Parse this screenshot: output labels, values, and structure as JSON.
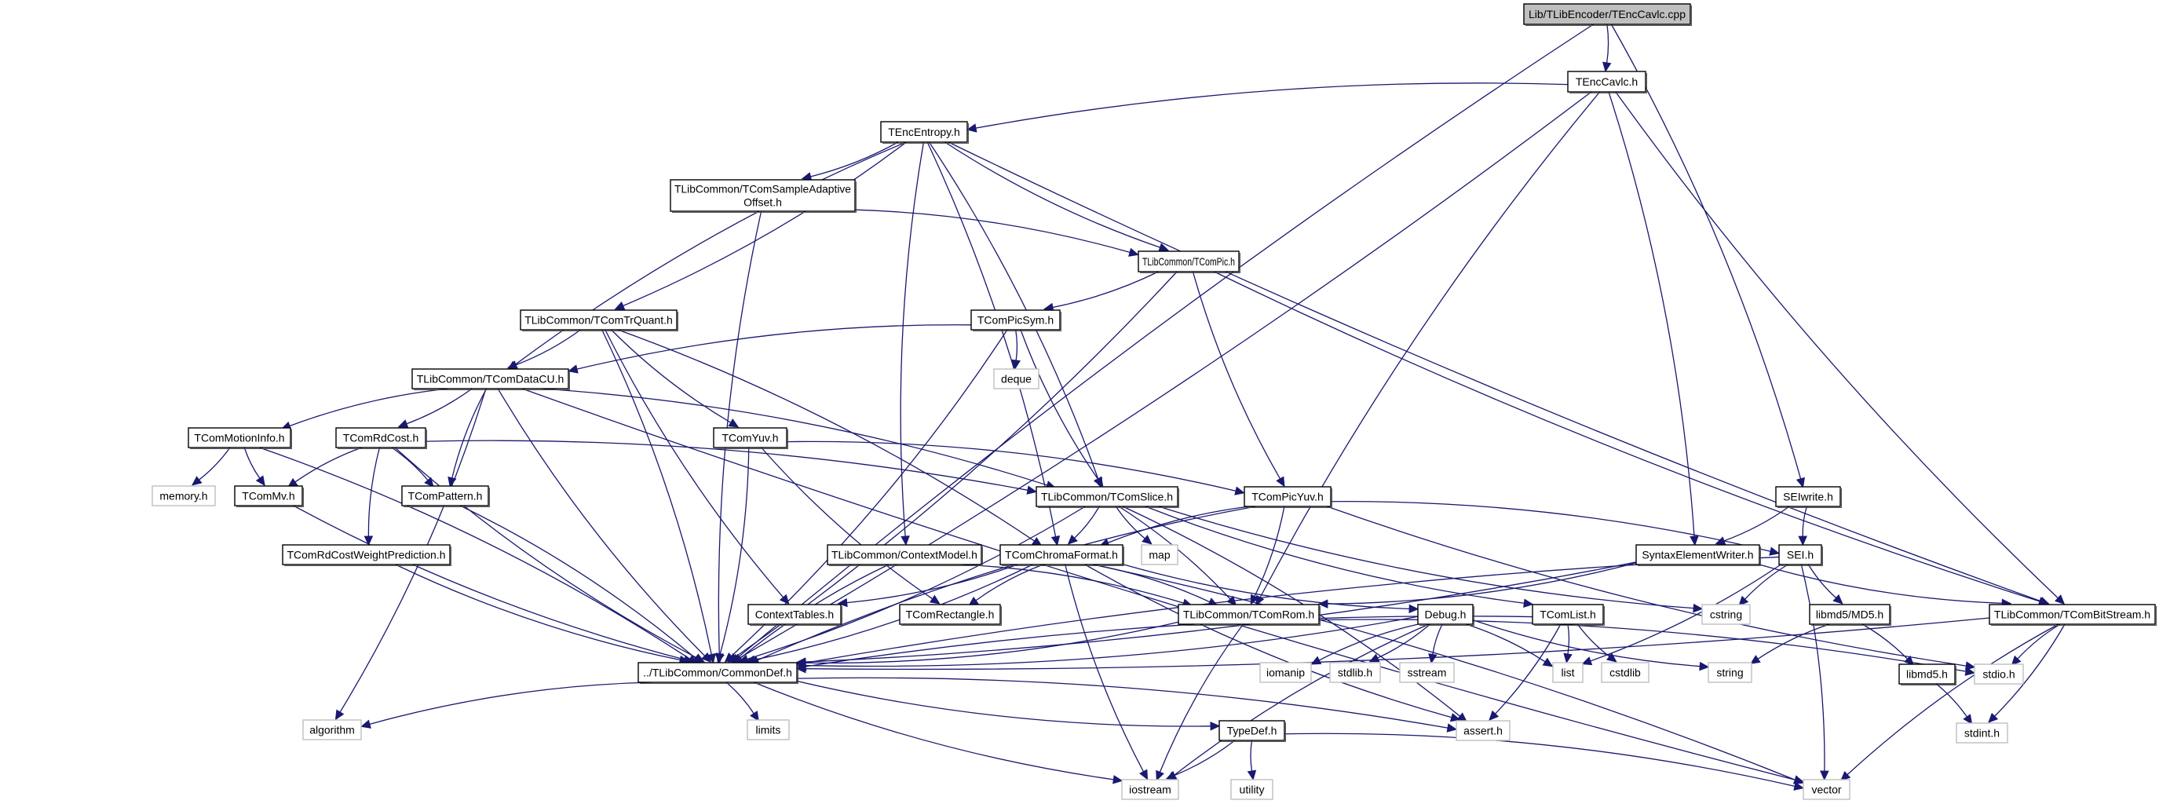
{
  "title": "Include dependency graph for Lib/TLibEncoder/TEncCavlc.cpp",
  "colors": {
    "edge": "#191970",
    "root_fill": "#bfbfbf",
    "local_border": "#000000",
    "system_border": "#bfbfbf"
  },
  "nodes": [
    {
      "id": "root",
      "label": "Lib/TLibEncoder/TEncCavlc.cpp",
      "kind": "root"
    },
    {
      "id": "TEncCavlc",
      "label": "TEncCavlc.h",
      "kind": "local"
    },
    {
      "id": "TEncEntropy",
      "label": "TEncEntropy.h",
      "kind": "local"
    },
    {
      "id": "SAO",
      "label": "TLibCommon/TComSampleAdaptive\nOffset.h",
      "kind": "local"
    },
    {
      "id": "TComPic",
      "label": "TLibCommon/TComPic.h",
      "kind": "local"
    },
    {
      "id": "TComTrQuant",
      "label": "TLibCommon/TComTrQuant.h",
      "kind": "local"
    },
    {
      "id": "TComPicSym",
      "label": "TComPicSym.h",
      "kind": "local"
    },
    {
      "id": "TComDataCU",
      "label": "TLibCommon/TComDataCU.h",
      "kind": "local"
    },
    {
      "id": "deque",
      "label": "deque",
      "kind": "system"
    },
    {
      "id": "TComMotionInfo",
      "label": "TComMotionInfo.h",
      "kind": "local"
    },
    {
      "id": "TComRdCost",
      "label": "TComRdCost.h",
      "kind": "local"
    },
    {
      "id": "TComYuv",
      "label": "TComYuv.h",
      "kind": "local"
    },
    {
      "id": "memory",
      "label": "memory.h",
      "kind": "system"
    },
    {
      "id": "TComMv",
      "label": "TComMv.h",
      "kind": "local"
    },
    {
      "id": "TComPattern",
      "label": "TComPattern.h",
      "kind": "local"
    },
    {
      "id": "TComSlice",
      "label": "TLibCommon/TComSlice.h",
      "kind": "local"
    },
    {
      "id": "TComPicYuv",
      "label": "TComPicYuv.h",
      "kind": "local"
    },
    {
      "id": "SEIwrite",
      "label": "SEIwrite.h",
      "kind": "local"
    },
    {
      "id": "TComRdCostWP",
      "label": "TComRdCostWeightPrediction.h",
      "kind": "local"
    },
    {
      "id": "ContextModel",
      "label": "TLibCommon/ContextModel.h",
      "kind": "local"
    },
    {
      "id": "TComChromaFormat",
      "label": "TComChromaFormat.h",
      "kind": "local"
    },
    {
      "id": "map",
      "label": "map",
      "kind": "system"
    },
    {
      "id": "SyntaxElementWriter",
      "label": "SyntaxElementWriter.h",
      "kind": "local"
    },
    {
      "id": "SEI",
      "label": "SEI.h",
      "kind": "local"
    },
    {
      "id": "ContextTables",
      "label": "ContextTables.h",
      "kind": "local"
    },
    {
      "id": "TComRectangle",
      "label": "TComRectangle.h",
      "kind": "local"
    },
    {
      "id": "TComRom",
      "label": "TLibCommon/TComRom.h",
      "kind": "local"
    },
    {
      "id": "Debug",
      "label": "Debug.h",
      "kind": "local"
    },
    {
      "id": "TComList",
      "label": "TComList.h",
      "kind": "local"
    },
    {
      "id": "cstring",
      "label": "cstring",
      "kind": "system"
    },
    {
      "id": "MD5",
      "label": "libmd5/MD5.h",
      "kind": "local"
    },
    {
      "id": "TComBitStream",
      "label": "TLibCommon/TComBitStream.h",
      "kind": "local"
    },
    {
      "id": "CommonDef",
      "label": "../TLibCommon/CommonDef.h",
      "kind": "local"
    },
    {
      "id": "iomanip",
      "label": "iomanip",
      "kind": "system"
    },
    {
      "id": "stdlib",
      "label": "stdlib.h",
      "kind": "system"
    },
    {
      "id": "sstream",
      "label": "sstream",
      "kind": "system"
    },
    {
      "id": "list",
      "label": "list",
      "kind": "system"
    },
    {
      "id": "cstdlib",
      "label": "cstdlib",
      "kind": "system"
    },
    {
      "id": "string",
      "label": "string",
      "kind": "system"
    },
    {
      "id": "libmd5",
      "label": "libmd5.h",
      "kind": "local"
    },
    {
      "id": "stdio",
      "label": "stdio.h",
      "kind": "system"
    },
    {
      "id": "algorithm",
      "label": "algorithm",
      "kind": "system"
    },
    {
      "id": "limits",
      "label": "limits",
      "kind": "system"
    },
    {
      "id": "assert",
      "label": "assert.h",
      "kind": "system"
    },
    {
      "id": "TypeDef",
      "label": "TypeDef.h",
      "kind": "local"
    },
    {
      "id": "stdint",
      "label": "stdint.h",
      "kind": "system"
    },
    {
      "id": "iostream",
      "label": "iostream",
      "kind": "system"
    },
    {
      "id": "utility",
      "label": "utility",
      "kind": "system"
    },
    {
      "id": "vector",
      "label": "vector",
      "kind": "system"
    }
  ],
  "edges": [
    [
      "root",
      "TEncCavlc"
    ],
    [
      "root",
      "CommonDef"
    ],
    [
      "root",
      "SEIwrite"
    ],
    [
      "TEncCavlc",
      "TEncEntropy"
    ],
    [
      "TEncCavlc",
      "CommonDef"
    ],
    [
      "TEncCavlc",
      "TComRom"
    ],
    [
      "TEncCavlc",
      "SyntaxElementWriter"
    ],
    [
      "TEncCavlc",
      "TComBitStream"
    ],
    [
      "TEncEntropy",
      "SAO"
    ],
    [
      "TEncEntropy",
      "TComPic"
    ],
    [
      "TEncEntropy",
      "TComTrQuant"
    ],
    [
      "TEncEntropy",
      "TComDataCU"
    ],
    [
      "TEncEntropy",
      "TComSlice"
    ],
    [
      "TEncEntropy",
      "ContextModel"
    ],
    [
      "TEncEntropy",
      "TComChromaFormat"
    ],
    [
      "TEncEntropy",
      "TComBitStream"
    ],
    [
      "SAO",
      "TComPic"
    ],
    [
      "SAO",
      "CommonDef"
    ],
    [
      "TComPic",
      "TComPicSym"
    ],
    [
      "TComPic",
      "TComPicYuv"
    ],
    [
      "TComPic",
      "CommonDef"
    ],
    [
      "TComPic",
      "TComBitStream"
    ],
    [
      "TComTrQuant",
      "TComDataCU"
    ],
    [
      "TComTrQuant",
      "TComYuv"
    ],
    [
      "TComTrQuant",
      "CommonDef"
    ],
    [
      "TComTrQuant",
      "ContextTables"
    ],
    [
      "TComTrQuant",
      "TComChromaFormat"
    ],
    [
      "TComPicSym",
      "TComDataCU"
    ],
    [
      "TComPicSym",
      "deque"
    ],
    [
      "TComPicSym",
      "TComSlice"
    ],
    [
      "TComPicSym",
      "CommonDef"
    ],
    [
      "TComDataCU",
      "TComMotionInfo"
    ],
    [
      "TComDataCU",
      "TComRdCost"
    ],
    [
      "TComDataCU",
      "TComPattern"
    ],
    [
      "TComDataCU",
      "TComSlice"
    ],
    [
      "TComDataCU",
      "CommonDef"
    ],
    [
      "TComDataCU",
      "algorithm"
    ],
    [
      "TComDataCU",
      "vector"
    ],
    [
      "TComMotionInfo",
      "memory"
    ],
    [
      "TComMotionInfo",
      "TComMv"
    ],
    [
      "TComMotionInfo",
      "CommonDef"
    ],
    [
      "TComRdCost",
      "TComMv"
    ],
    [
      "TComRdCost",
      "TComPattern"
    ],
    [
      "TComRdCost",
      "TComRdCostWP"
    ],
    [
      "TComRdCost",
      "TComSlice"
    ],
    [
      "TComRdCost",
      "CommonDef"
    ],
    [
      "TComYuv",
      "TComPicYuv"
    ],
    [
      "TComYuv",
      "TComRectangle"
    ],
    [
      "TComYuv",
      "CommonDef"
    ],
    [
      "TComMv",
      "CommonDef"
    ],
    [
      "TComPattern",
      "CommonDef"
    ],
    [
      "TComRdCostWP",
      "CommonDef"
    ],
    [
      "TComSlice",
      "TComChromaFormat"
    ],
    [
      "TComSlice",
      "map"
    ],
    [
      "TComSlice",
      "TComRom"
    ],
    [
      "TComSlice",
      "TComList"
    ],
    [
      "TComSlice",
      "CommonDef"
    ],
    [
      "TComSlice",
      "cstring"
    ],
    [
      "TComSlice",
      "assert"
    ],
    [
      "TComPicYuv",
      "TComChromaFormat"
    ],
    [
      "TComPicYuv",
      "TComRom"
    ],
    [
      "TComPicYuv",
      "CommonDef"
    ],
    [
      "TComPicYuv",
      "SEI"
    ],
    [
      "TComPicYuv",
      "stdio"
    ],
    [
      "SEIwrite",
      "SyntaxElementWriter"
    ],
    [
      "SEIwrite",
      "SEI"
    ],
    [
      "ContextModel",
      "TComRom"
    ],
    [
      "ContextModel",
      "CommonDef"
    ],
    [
      "TComChromaFormat",
      "ContextTables"
    ],
    [
      "TComChromaFormat",
      "TComRectangle"
    ],
    [
      "TComChromaFormat",
      "TComRom"
    ],
    [
      "TComChromaFormat",
      "Debug"
    ],
    [
      "TComChromaFormat",
      "CommonDef"
    ],
    [
      "TComChromaFormat",
      "iostream"
    ],
    [
      "TComChromaFormat",
      "vector"
    ],
    [
      "TComChromaFormat",
      "assert"
    ],
    [
      "SyntaxElementWriter",
      "CommonDef"
    ],
    [
      "SyntaxElementWriter",
      "TComBitStream"
    ],
    [
      "SyntaxElementWriter",
      "TComRom"
    ],
    [
      "SEI",
      "cstring"
    ],
    [
      "SEI",
      "list"
    ],
    [
      "SEI",
      "MD5"
    ],
    [
      "SEI",
      "vector"
    ],
    [
      "SEI",
      "CommonDef"
    ],
    [
      "TComRom",
      "CommonDef"
    ],
    [
      "TComRom",
      "iostream"
    ],
    [
      "TComRom",
      "stdio"
    ],
    [
      "Debug",
      "iomanip"
    ],
    [
      "Debug",
      "stdlib"
    ],
    [
      "Debug",
      "sstream"
    ],
    [
      "Debug",
      "list"
    ],
    [
      "Debug",
      "string"
    ],
    [
      "Debug",
      "CommonDef"
    ],
    [
      "Debug",
      "iostream"
    ],
    [
      "TComList",
      "list"
    ],
    [
      "TComList",
      "cstdlib"
    ],
    [
      "TComList",
      "assert"
    ],
    [
      "TComList",
      "CommonDef"
    ],
    [
      "MD5",
      "libmd5"
    ],
    [
      "MD5",
      "string"
    ],
    [
      "libmd5",
      "stdint"
    ],
    [
      "TComBitStream",
      "stdio"
    ],
    [
      "TComBitStream",
      "stdint"
    ],
    [
      "TComBitStream",
      "vector"
    ],
    [
      "TComBitStream",
      "CommonDef"
    ],
    [
      "CommonDef",
      "algorithm"
    ],
    [
      "CommonDef",
      "limits"
    ],
    [
      "CommonDef",
      "TypeDef"
    ],
    [
      "CommonDef",
      "assert"
    ],
    [
      "CommonDef",
      "iostream"
    ],
    [
      "TypeDef",
      "iostream"
    ],
    [
      "TypeDef",
      "utility"
    ],
    [
      "TypeDef",
      "vector"
    ]
  ]
}
